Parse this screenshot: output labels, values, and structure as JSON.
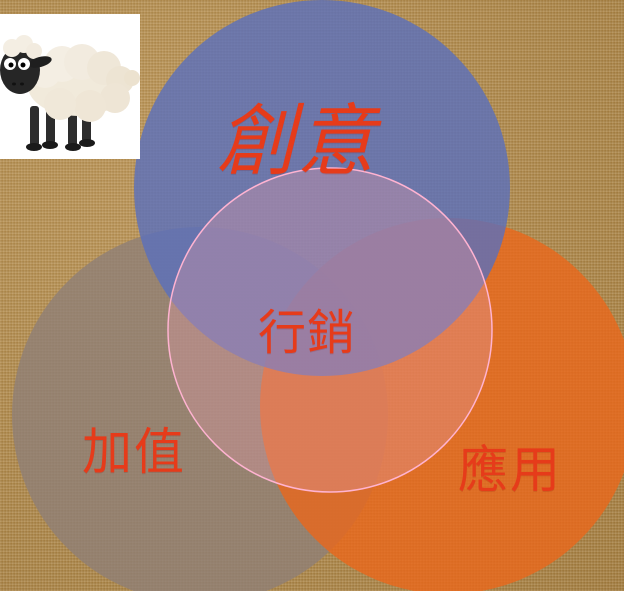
{
  "diagram": {
    "circles": [
      {
        "id": "creative",
        "label": "創意",
        "color": "#5a6fbd"
      },
      {
        "id": "value",
        "label": "加值",
        "color": "#8e7f77"
      },
      {
        "id": "application",
        "label": "應用",
        "color": "#ec6719"
      },
      {
        "id": "marketing",
        "label": "行銷",
        "color": "#e19aa8",
        "stroke": "#ffb3d1"
      }
    ],
    "label_color": "#e63b1a"
  },
  "images": [
    {
      "name": "sheep-illustration",
      "icon": "sheep-icon"
    }
  ]
}
